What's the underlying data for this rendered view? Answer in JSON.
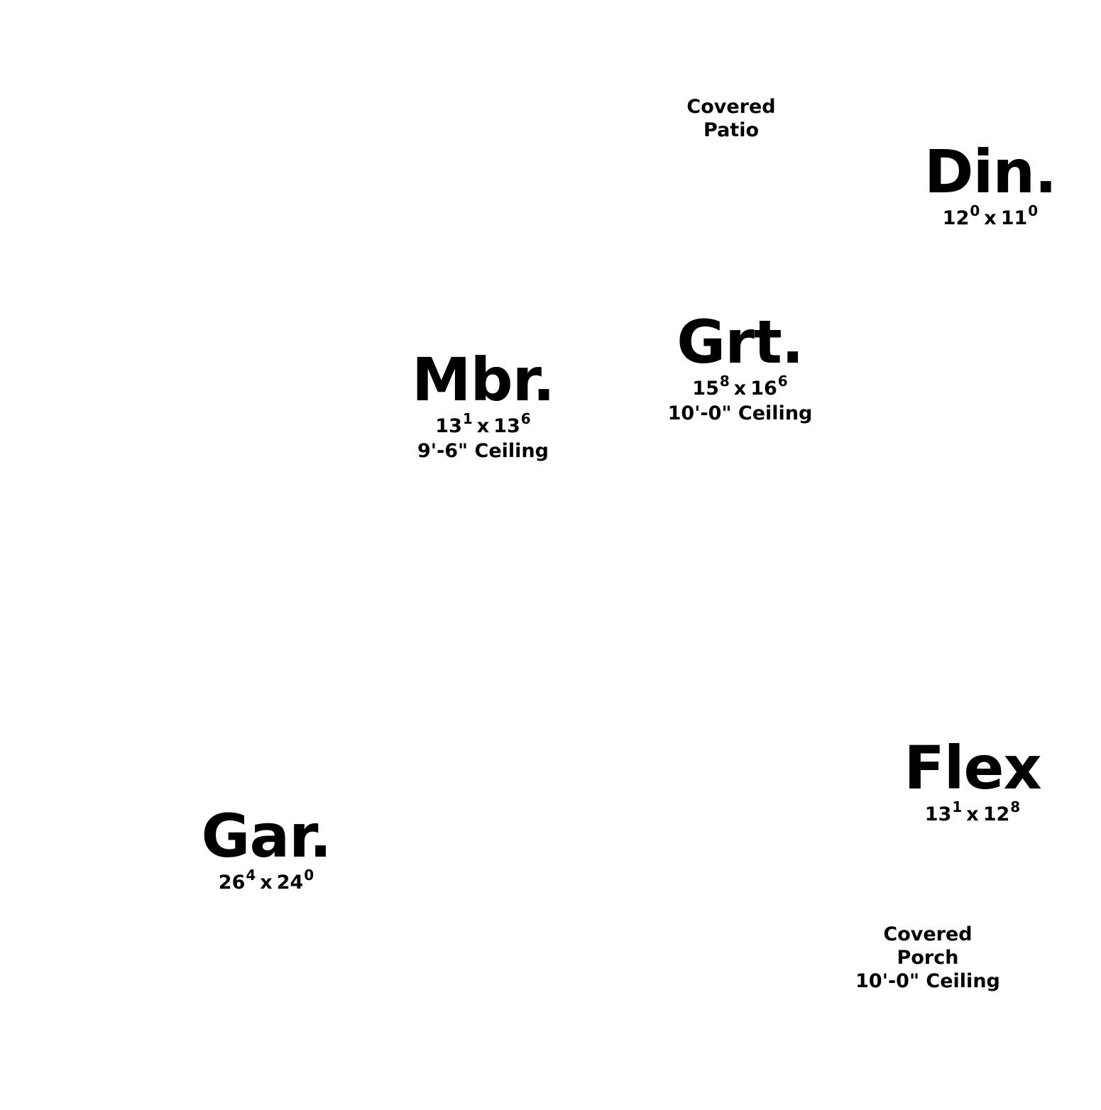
{
  "covered_patio": {
    "line1": "Covered",
    "line2": "Patio"
  },
  "covered_porch": {
    "line1": "Covered",
    "line2": "Porch",
    "ceiling": "10'-0\" Ceiling"
  },
  "rooms": {
    "din": {
      "name": "Din.",
      "w": "12",
      "w_sup": "0",
      "sep": "x",
      "l": "11",
      "l_sup": "0"
    },
    "grt": {
      "name": "Grt.",
      "w": "15",
      "w_sup": "8",
      "sep": "x",
      "l": "16",
      "l_sup": "6",
      "ceiling": "10'-0\" Ceiling"
    },
    "mbr": {
      "name": "Mbr.",
      "w": "13",
      "w_sup": "1",
      "sep": "x",
      "l": "13",
      "l_sup": "6",
      "ceiling": "9'-6\" Ceiling"
    },
    "flex": {
      "name": "Flex",
      "w": "13",
      "w_sup": "1",
      "sep": "x",
      "l": "12",
      "l_sup": "8"
    },
    "gar": {
      "name": "Gar.",
      "w": "26",
      "w_sup": "4",
      "sep": "x",
      "l": "24",
      "l_sup": "0"
    }
  }
}
